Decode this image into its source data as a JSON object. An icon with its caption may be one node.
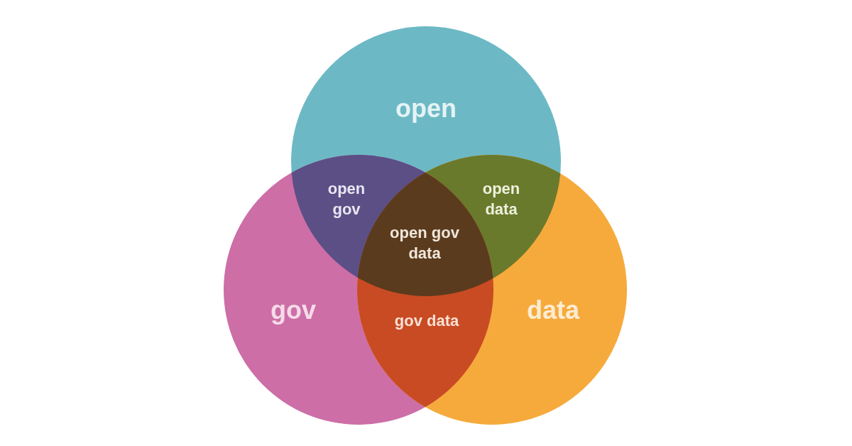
{
  "diagram": {
    "nodes": [
      {
        "text": [
          "open"
        ]
      },
      {
        "text": [
          "open gov"
        ]
      },
      {
        "text": [
          "open data"
        ]
      },
      {
        "text": [
          "open gov data"
        ]
      },
      {
        "text": [
          "gov"
        ]
      },
      {
        "text": [
          "gov data"
        ]
      },
      {
        "text": [
          "data"
        ]
      }
    ]
  }
}
